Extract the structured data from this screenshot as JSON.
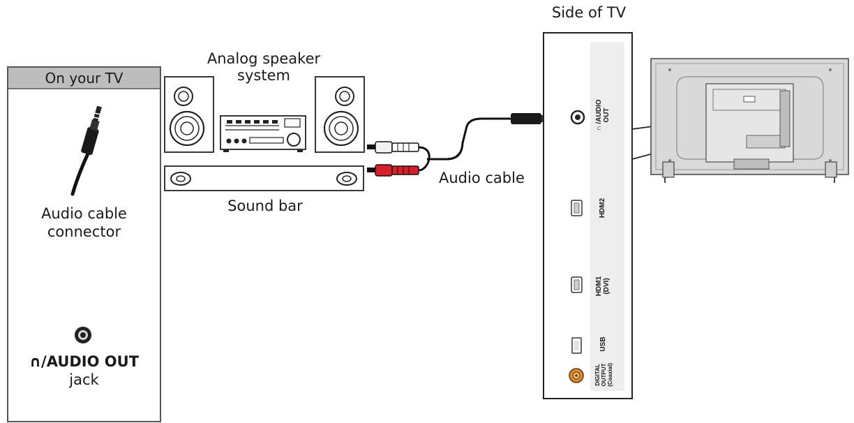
{
  "legend": {
    "header": "On your TV",
    "connector_label_1": "Audio cable",
    "connector_label_2": "connector",
    "jack_symbol": "∩",
    "jack_name": "/AUDIO OUT",
    "jack_word": "jack"
  },
  "speakers": {
    "label_1": "Analog speaker",
    "label_2": "system"
  },
  "soundbar": {
    "label": "Sound bar"
  },
  "cable": {
    "label": "Audio cable"
  },
  "tv_side": {
    "title": "Side of TV",
    "ports": {
      "audio_out_1": "∩ /AUDIO",
      "audio_out_2": "OUT",
      "hdmi2": "HDM2",
      "hdmi1_1": "HDM1",
      "hdmi1_2": "(DVI)",
      "usb": "USB",
      "digital_1": "DIGITAL",
      "digital_2": "OUTPUT",
      "digital_3": "(Coaxial)"
    }
  },
  "colors": {
    "plug_red": "#d9202a",
    "plug_white": "#f2f2f2",
    "coax_orange": "#e08a2c",
    "panel_gray": "#eeeeee",
    "header_gray": "#bdbdbd"
  }
}
